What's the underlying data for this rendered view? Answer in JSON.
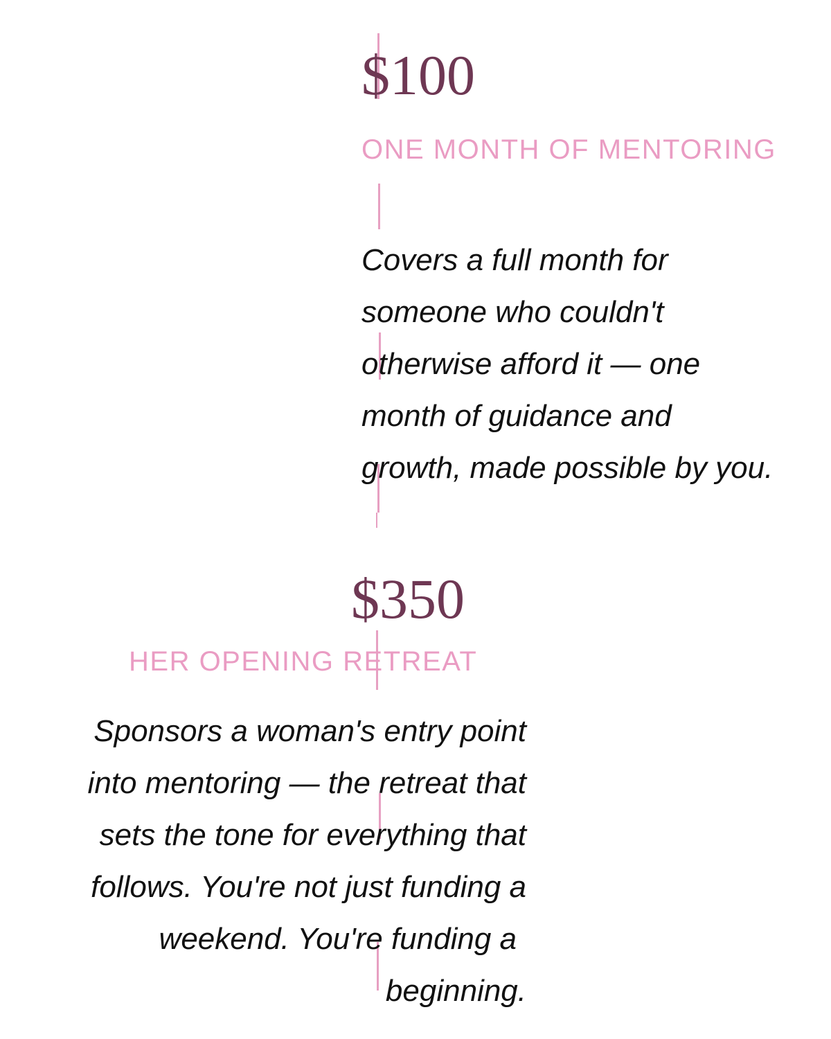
{
  "tiers": [
    {
      "price": "$100",
      "title": "ONE MONTH OF MENTORING",
      "description_lines": [
        "Covers a full month for",
        "someone who couldn't",
        "otherwise afford it — one",
        "month of guidance and",
        "growth, made possible by you."
      ]
    },
    {
      "price": "$350",
      "title": "HER OPENING RETREAT",
      "description_lines": [
        "Sponsors a woman's entry point",
        "into mentoring — the retreat that",
        "sets the tone for everything that",
        "follows. You're not just funding a",
        "weekend. You're funding a",
        "beginning."
      ]
    }
  ],
  "colors": {
    "price": "#6e3753",
    "label": "#ea9cc3",
    "accent_line": "#e7a0c2",
    "text": "#111111"
  }
}
